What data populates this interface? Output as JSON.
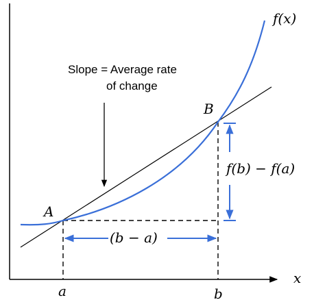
{
  "diagram": {
    "function_label": "f(x)",
    "annotation": {
      "line1": "Slope = Average rate",
      "line2": "of change"
    },
    "point_a_label": "A",
    "point_b_label": "B",
    "rise_label": "f(b) − f(a)",
    "run_label": "(b − a)",
    "x_axis_label": "x",
    "tick_a_label": "a",
    "tick_b_label": "b",
    "colors": {
      "curve": "#3a6fd8",
      "secant": "#000000",
      "measure": "#3a6fd8",
      "axis": "#000000"
    }
  }
}
